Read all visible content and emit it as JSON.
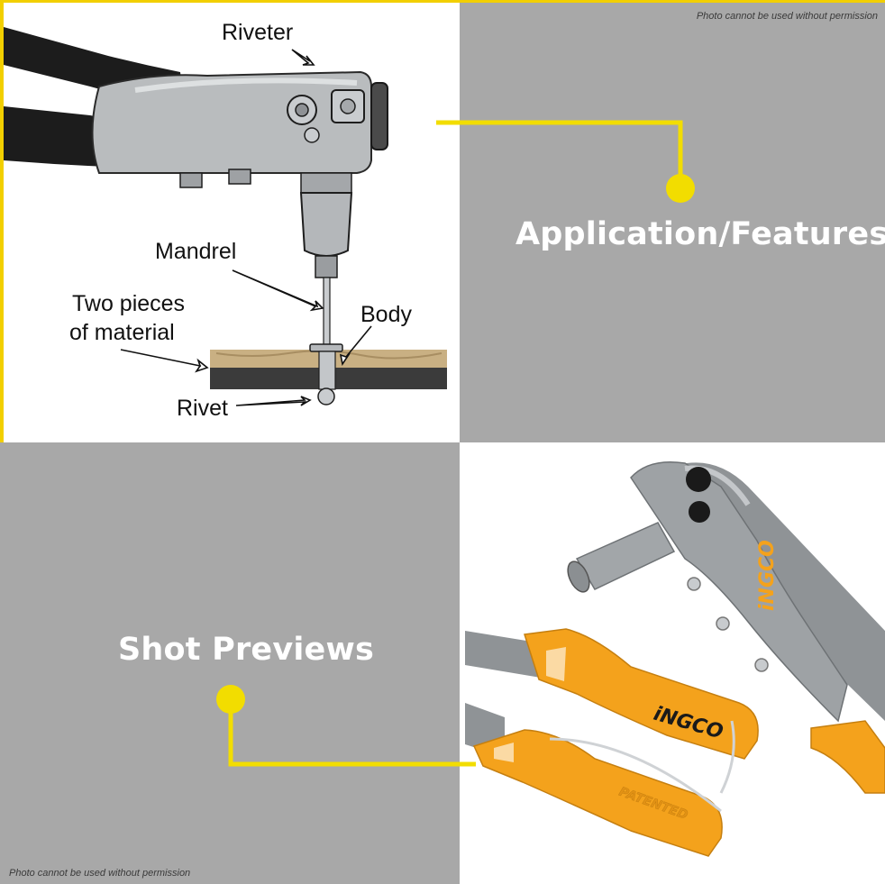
{
  "watermark": {
    "top": "Photo cannot be used without permission",
    "bottom": "Photo cannot be used without permission"
  },
  "headings": {
    "application": "Application/Features",
    "shot_previews": "Shot Previews"
  },
  "diagram": {
    "labels": {
      "riveter": "Riveter",
      "mandrel": "Mandrel",
      "two_pieces_line1": "Two pieces",
      "two_pieces_line2": "of material",
      "body": "Body",
      "rivet": "Rivet"
    }
  },
  "product": {
    "brand_handle": "iNGCO",
    "brand_head": "iNGCO",
    "stamp": "PATENTED"
  },
  "colors": {
    "accent_yellow": "#f2dd00",
    "panel_gray": "#a8a8a8",
    "handle_orange": "#f4a21c",
    "tool_gray": "#8f9396"
  }
}
